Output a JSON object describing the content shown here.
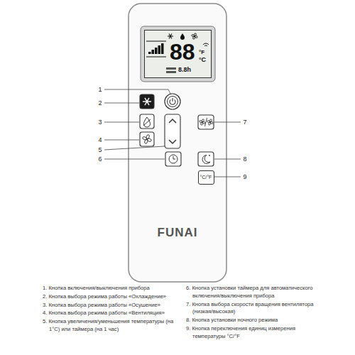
{
  "diagram": {
    "nodes": [
      {
        "text": [
          "FUNAI"
        ]
      },
      {
        "text": [
          "88",
          "°F",
          "°C",
          "8.8h"
        ],
        "in": 0
      },
      {
        "text": [
          "°C/°F"
        ],
        "in": 0
      }
    ],
    "labels": [
      "1",
      "2",
      "3",
      "4",
      "5",
      "6",
      "7",
      "8",
      "9",
      "1. Кнопка включения/выключения прибора",
      "2. Кнопка выбора режима работы «Охлаждение»",
      "3. Кнопка выбора режима работы «Осушение»",
      "4. Кнопка выбора режима работы «Вентиляция»",
      "5. Кнопка увеличения/уменьшения температуры (на 1°С) или таймера (на 1 час)",
      "6. Кнопка установки таймера для автоматического включения/выключения прибора",
      "7. Кнопка выбора скорости вращения вентилятора (низкая/высокая)",
      "8. Кнопка установки ночного режима",
      "9. Кнопка переключения единиц измерения температуры °C/°F"
    ]
  }
}
